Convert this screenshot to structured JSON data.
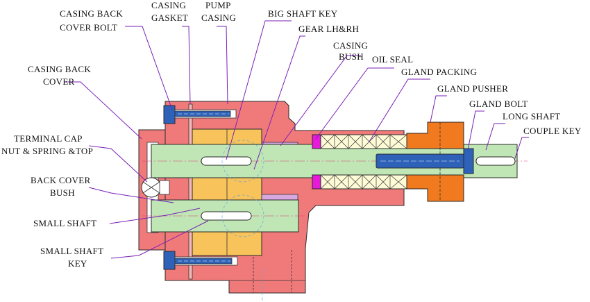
{
  "labels": {
    "casing_back_cover_bolt": [
      "CASING BACK",
      "COVER  BOLT"
    ],
    "casing_gasket": [
      "CASING",
      "GASKET"
    ],
    "pump_casing": [
      "PUMP",
      "CASING"
    ],
    "big_shaft_key": "BIG SHAFT KEY",
    "gear": "GEAR LH&RH",
    "casing_bush": [
      "CASING",
      "BUSH"
    ],
    "oil_seal": "OIL SEAL",
    "gland_packing": "GLAND PACKING",
    "gland_pusher": "GLAND PUSHER",
    "gland_bolt": "GLAND BOLT",
    "long_shaft": "LONG SHAFT",
    "couple_key": "COUPLE KEY",
    "casing_back_cover": [
      "CASING BACK",
      "COVER"
    ],
    "terminal_cap": [
      "TERMINAL CAP",
      "NUT & SPRING &TOP"
    ],
    "back_cover_bush": [
      "BACK COVER",
      "BUSH"
    ],
    "small_shaft": "SMALL SHAFT",
    "small_shaft_key": [
      "SMALL SHAFT",
      "KEY"
    ]
  },
  "colors": {
    "casing": "#f07a7a",
    "shaft": "#bfe6b4",
    "gear": "#f7c35a",
    "bush": "#d8a8e0",
    "gland_pusher": "#f27a1e",
    "oil_seal": "#e61ad8",
    "packing": "#fffbd6",
    "bolt": "#2d62b8",
    "leader": "#7a1fb5"
  }
}
